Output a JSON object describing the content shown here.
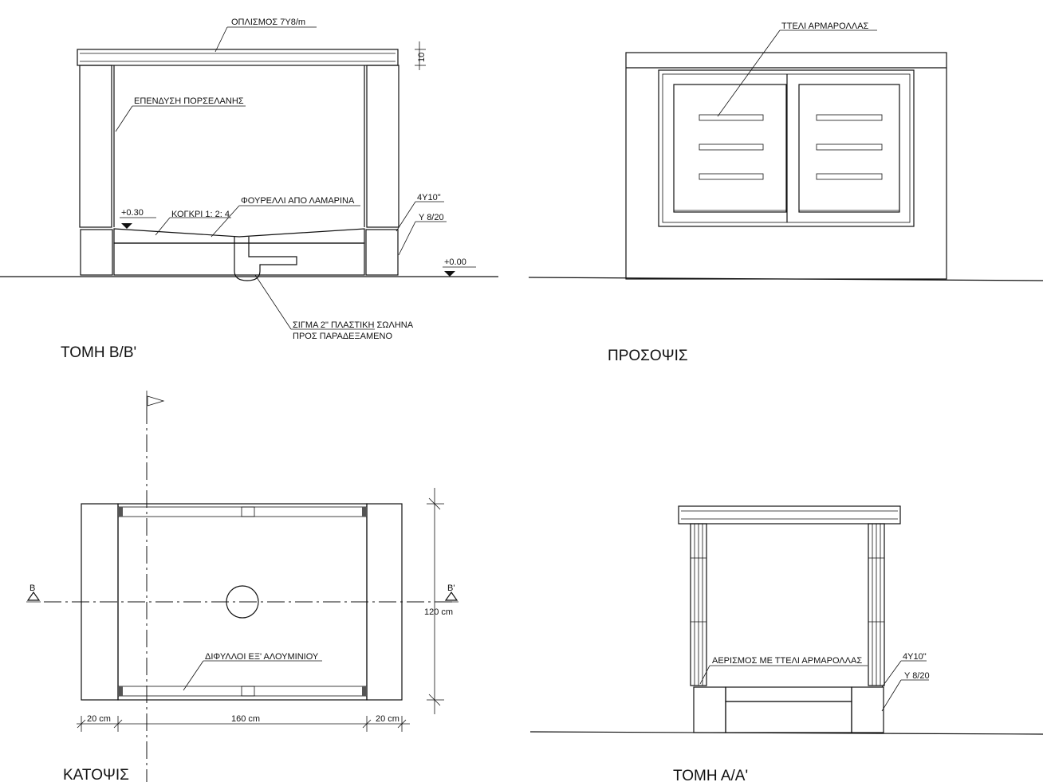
{
  "drawings": {
    "section_bb": {
      "title": "ΤΟΜΗ Β/Β'",
      "labels": {
        "reinforcement": "ΟΠΛΙΣΜΟΣ 7Υ8/m",
        "thickness": "10",
        "cladding": "ΕΠΕΝΔΥΣΗ ΠΟΡΣΕΛΑΝΗΣ",
        "sheet_tray": "ΦΟΥΡΕΛΛΙ ΑΠΟ ΛΑΜΑΡΙΝΑ",
        "concrete_mix": "ΚΟΓΚΡΙ 1: 2: 4",
        "level_top": "+0.30",
        "level_ground": "+0.00",
        "rebar_main": "4Υ10\"",
        "rebar_stirrup": "Υ 8/20",
        "trap_line1": "ΣΙΓΜΑ 2\" ΠΛΑΣΤΙΚΗ ΣΩΛΗΝΑ",
        "trap_line2": "ΠΡΟΣ ΠΑΡΑΔΕΞΑΜΕΝΟ"
      }
    },
    "elevation": {
      "title": "ΠΡΟΣΟΨΙΣ",
      "labels": {
        "louvers": "ΤΤΕΛΙ ΑΡΜΑΡΟΛΛΑΣ"
      }
    },
    "plan": {
      "title": "ΚΑΤΟΨΙΣ",
      "labels": {
        "doors": "ΔΙΦΥΛΛΟΙ ΕΞ' ΑΛΟΥΜΙΝΙΟΥ",
        "section_left": "Β",
        "section_right": "Β'",
        "dim_left": "20 cm",
        "dim_middle": "160 cm",
        "dim_right": "20 cm",
        "dim_height": "120 cm"
      }
    },
    "section_aa": {
      "title": "ΤΟΜΗ Α/Α'",
      "labels": {
        "ventilation": "ΑΕΡΙΣΜΟΣ ΜΕ ΤΤΕΛΙ ΑΡΜΑΡΟΛΛΑΣ",
        "rebar_main": "4Υ10\"",
        "rebar_stirrup": "Υ 8/20"
      }
    }
  }
}
